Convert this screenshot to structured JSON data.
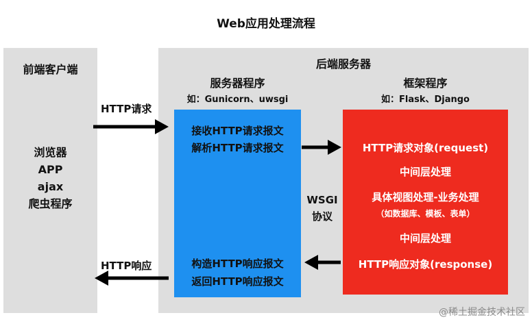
{
  "title": "Web应用处理流程",
  "client": {
    "title": "前端客户端",
    "items": [
      "浏览器",
      "APP",
      "ajax",
      "爬虫程序"
    ]
  },
  "server": {
    "title": "后端服务器",
    "server_program": {
      "title": "服务器程序",
      "subtitle": "如：Gunicorn、uwsgi",
      "receive_lines": [
        "接收HTTP请求报文",
        "解析HTTP请求报文"
      ],
      "response_lines": [
        "构造HTTP响应报文",
        "返回HTTP响应报文"
      ]
    },
    "framework_program": {
      "title": "框架程序",
      "subtitle": "如：Flask、Django",
      "request_object": "HTTP请求对象(request)",
      "middleware_top": "中间层处理",
      "view_processing": "具体视图处理-业务处理",
      "view_note": "（如数据库、模板、表单）",
      "middleware_bottom": "中间层处理",
      "response_object": "HTTP响应对象(response)"
    },
    "protocol": [
      "WSGI",
      "协议"
    ]
  },
  "arrows": {
    "http_request": "HTTP请求",
    "http_response": "HTTP响应"
  },
  "watermark": "@稀土掘金技术社区",
  "colors": {
    "panel": "#dedede",
    "server_program_box": "#1e90f0",
    "framework_box": "#ee2b1f",
    "arrow": "#000000"
  }
}
